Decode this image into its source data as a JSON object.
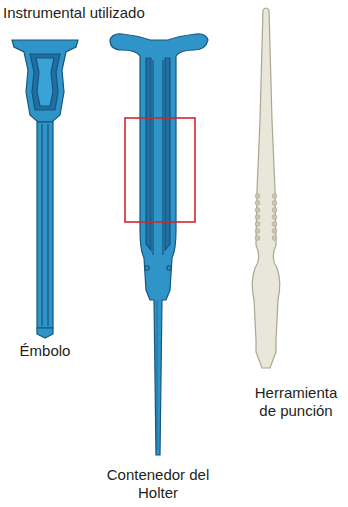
{
  "diagram": {
    "title": "Instrumental utilizado",
    "labels": [
      "Émbolo",
      "Herramienta de punción",
      "Contenedor del Holter"
    ]
  }
}
